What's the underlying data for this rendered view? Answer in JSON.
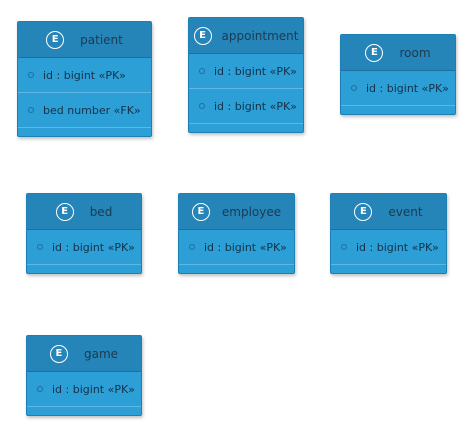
{
  "entity_badge": "E",
  "entities": [
    {
      "name": "patient",
      "attributes": [
        "id : bigint «PK»",
        "bed number  «FK»"
      ]
    },
    {
      "name": "appointment",
      "attributes": [
        "id : bigint «PK»",
        "id : bigint «PK»"
      ]
    },
    {
      "name": "room",
      "attributes": [
        "id : bigint «PK»"
      ]
    },
    {
      "name": "bed",
      "attributes": [
        "id : bigint «PK»"
      ]
    },
    {
      "name": "employee",
      "attributes": [
        "id : bigint «PK»"
      ]
    },
    {
      "name": "event",
      "attributes": [
        "id : bigint «PK»"
      ]
    },
    {
      "name": "game",
      "attributes": [
        "id : bigint «PK»"
      ]
    }
  ]
}
